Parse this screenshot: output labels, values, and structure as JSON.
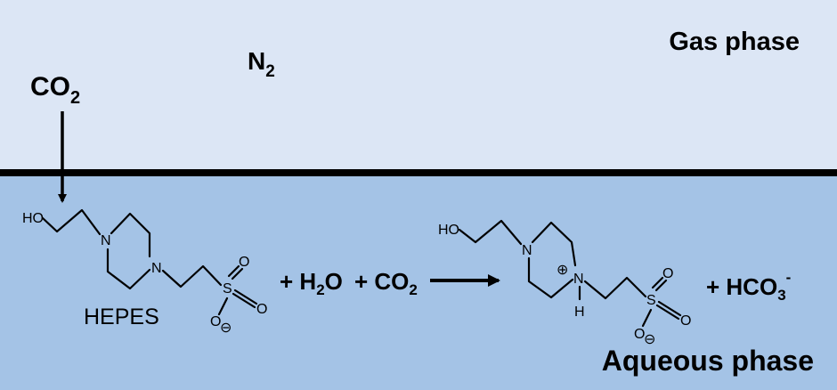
{
  "regions": {
    "gas": {
      "label": "Gas phase",
      "color": "#dce6f5"
    },
    "aqueous": {
      "label": "Aqueous phase",
      "color": "#a4c3e6"
    }
  },
  "gas_species": {
    "n2": {
      "symbol": "N",
      "subscript": "2"
    },
    "co2": {
      "symbol": "CO",
      "subscript": "2"
    }
  },
  "reaction": {
    "reactant_name": "HEPES",
    "water": {
      "prefix": "+ H",
      "subscript": "2",
      "suffix": "O"
    },
    "co2": {
      "prefix": "+ CO",
      "subscript": "2"
    },
    "bicarbonate": {
      "prefix": "+ HCO",
      "subscript": "3",
      "superscript": "-"
    }
  },
  "molecule_atoms": {
    "hydroxyl": "HO",
    "nitrogen": "N",
    "sulfur": "S",
    "oxygen": "O",
    "hydrogen": "H",
    "minus_charge": "⊖",
    "plus_charge": "⊕"
  }
}
